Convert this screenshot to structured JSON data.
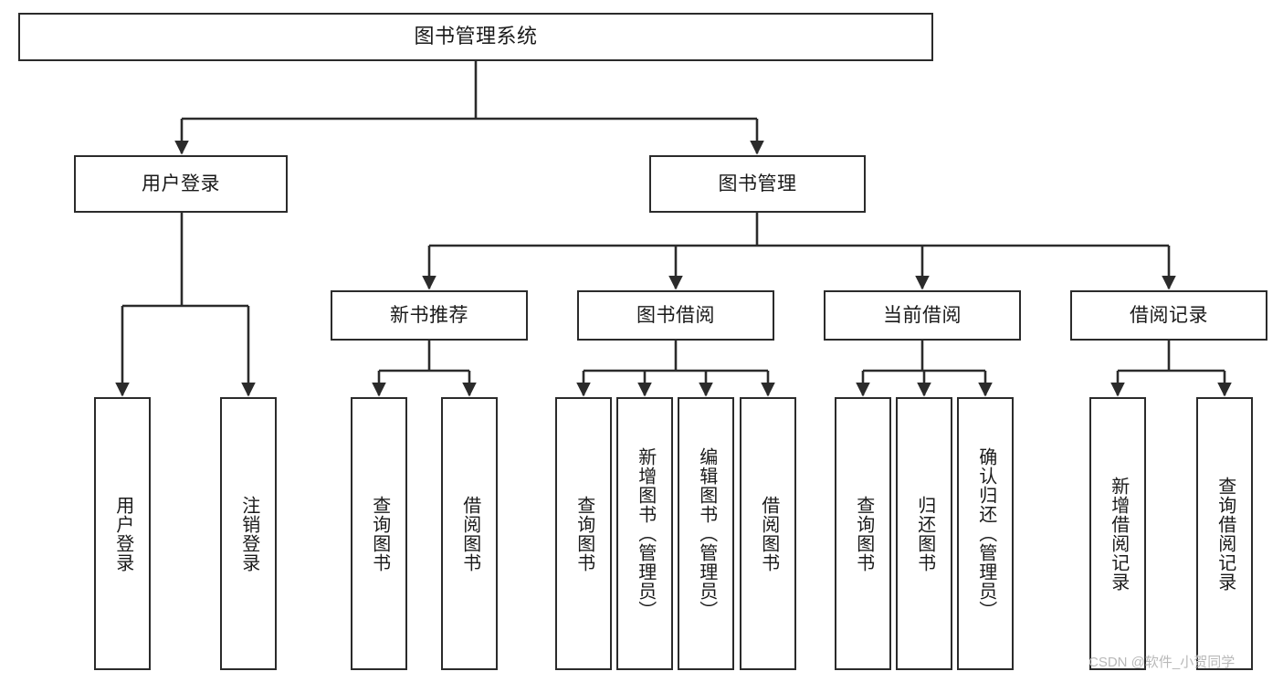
{
  "diagram": {
    "title": "图书管理系统",
    "type": "function-structure-tree",
    "orientation": "top-down",
    "colors": {
      "node_border": "#2b2b2b",
      "node_fill": "#ffffff",
      "edge": "#2b2b2b",
      "text": "#1a1a1a",
      "watermark": "#b9b9b9",
      "background": "#ffffff"
    },
    "nodes": {
      "root": {
        "label": "图书管理系统"
      },
      "level2": [
        {
          "id": "user-login",
          "label": "用户登录"
        },
        {
          "id": "book-manage",
          "label": "图书管理"
        }
      ],
      "level3": [
        {
          "id": "new-book-rec",
          "label": "新书推荐"
        },
        {
          "id": "book-borrow",
          "label": "图书借阅"
        },
        {
          "id": "current-borrow",
          "label": "当前借阅"
        },
        {
          "id": "borrow-record",
          "label": "借阅记录"
        }
      ],
      "leaves": {
        "user_login": [
          {
            "id": "leaf-user-login",
            "label": "用户登录"
          },
          {
            "id": "leaf-logout-login",
            "label": "注销登录"
          }
        ],
        "new_book_rec": [
          {
            "id": "leaf-query-book-1",
            "label": "查询图书"
          },
          {
            "id": "leaf-borrow-book-1",
            "label": "借阅图书"
          }
        ],
        "book_borrow": [
          {
            "id": "leaf-query-book-2",
            "label": "查询图书"
          },
          {
            "id": "leaf-add-book",
            "label": "新增图书（管理员）"
          },
          {
            "id": "leaf-edit-book",
            "label": "编辑图书（管理员）"
          },
          {
            "id": "leaf-borrow-book-2",
            "label": "借阅图书"
          }
        ],
        "current_borrow": [
          {
            "id": "leaf-query-book-3",
            "label": "查询图书"
          },
          {
            "id": "leaf-return-book",
            "label": "归还图书"
          },
          {
            "id": "leaf-confirm-return",
            "label": "确认归还（管理员）"
          }
        ],
        "borrow_record": [
          {
            "id": "leaf-add-record",
            "label": "新增借阅记录"
          },
          {
            "id": "leaf-query-record",
            "label": "查询借阅记录"
          }
        ]
      }
    }
  },
  "watermark": {
    "text": "CSDN @软件_小贺同学"
  }
}
